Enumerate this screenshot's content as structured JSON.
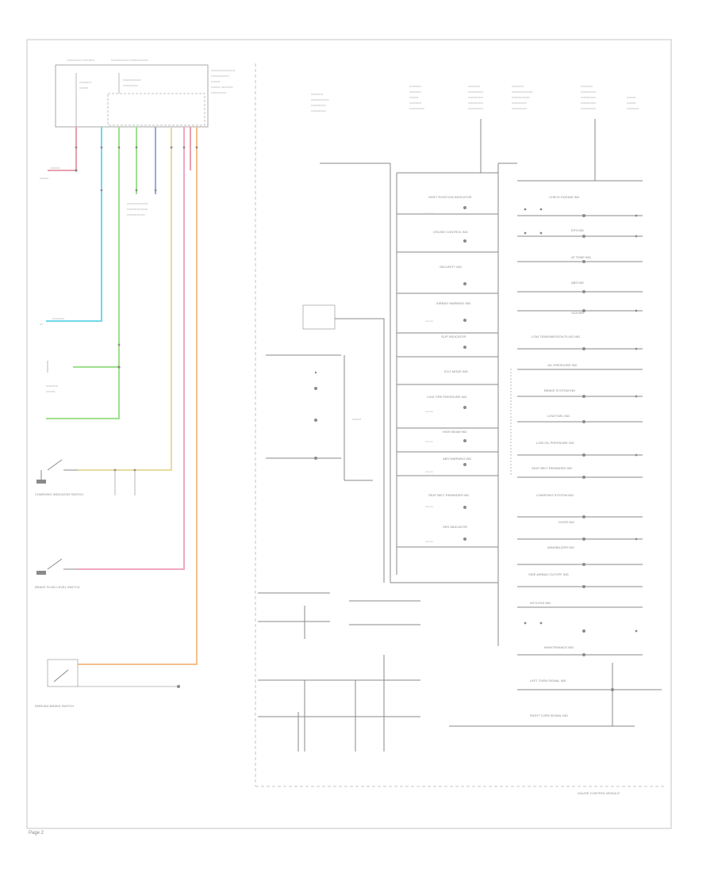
{
  "colors": {
    "frame": "#bfbfbf",
    "line": "#a8a8a8",
    "text": "#8a8a8a",
    "wire_red": "#e9a0ad",
    "wire_cyan": "#6fd9e6",
    "wire_green": "#9ee08c",
    "wire_blue": "#9aa6e8",
    "wire_yellow": "#e8dc9a",
    "wire_pink": "#f2a6c4",
    "wire_orange": "#f5c08a"
  },
  "left": {
    "left_switches": [
      "CHARGING INDICATOR SWITCH",
      "BRAKE FLUID LEVEL SWITCH",
      "PARKING BRAKE SWITCH"
    ]
  },
  "right": {
    "indicator_labels_left": [
      "SHIFT POSITION INDICATOR",
      "CRUISE CONTROL IND",
      "SECURITY IND",
      "AIRBAG WARNING IND",
      "SLIP INDICATOR",
      "ECO MODE IND",
      "LOW TIRE PRESSURE IND",
      "HIGH BEAM IND",
      "ABS WARNING IND",
      "SEAT BELT REMINDER IND",
      "SRS INDICATOR"
    ],
    "indicator_labels_right": [
      "CHECK ENGINE IND",
      "EPS IND",
      "AT TEMP IND",
      "ABS IND",
      "VSA IND",
      "LOW TRANSMISSION FLUID IND",
      "OIL PRESSURE IND",
      "BRAKE SYSTEM IND",
      "LOW FUEL IND",
      "LOW OIL PRESSURE IND",
      "SEAT BELT REMINDER IND",
      "CHARGING SYSTEM IND",
      "DOOR IND",
      "IMMOBILIZER IND",
      "SIDE AIRBAG CUTOFF IND",
      "KEYLESS IND",
      "MAINTENANCE IND"
    ],
    "turn_signals": [
      "LEFT TURN SIGNAL IND",
      "RIGHT TURN SIGNAL IND"
    ],
    "footer": "GAUGE CONTROL MODULE"
  },
  "page_label": "Page 2"
}
